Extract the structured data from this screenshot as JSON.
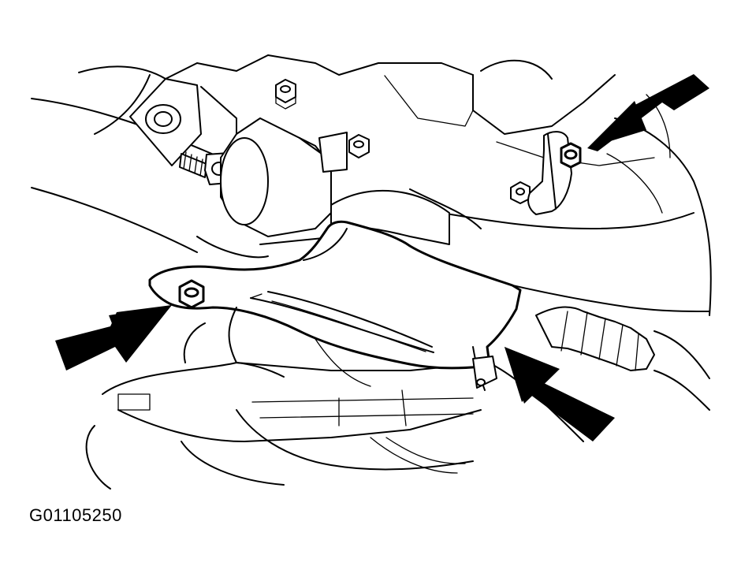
{
  "figure": {
    "code": "G01105250"
  },
  "colors": {
    "ink": "#000000",
    "paper": "#ffffff"
  },
  "callouts": [
    {
      "name": "arrow-upper-right",
      "target": "upper-right-bolt"
    },
    {
      "name": "arrow-left",
      "target": "left-bolt"
    },
    {
      "name": "arrow-lower-right",
      "target": "lower-right-bolt"
    }
  ]
}
